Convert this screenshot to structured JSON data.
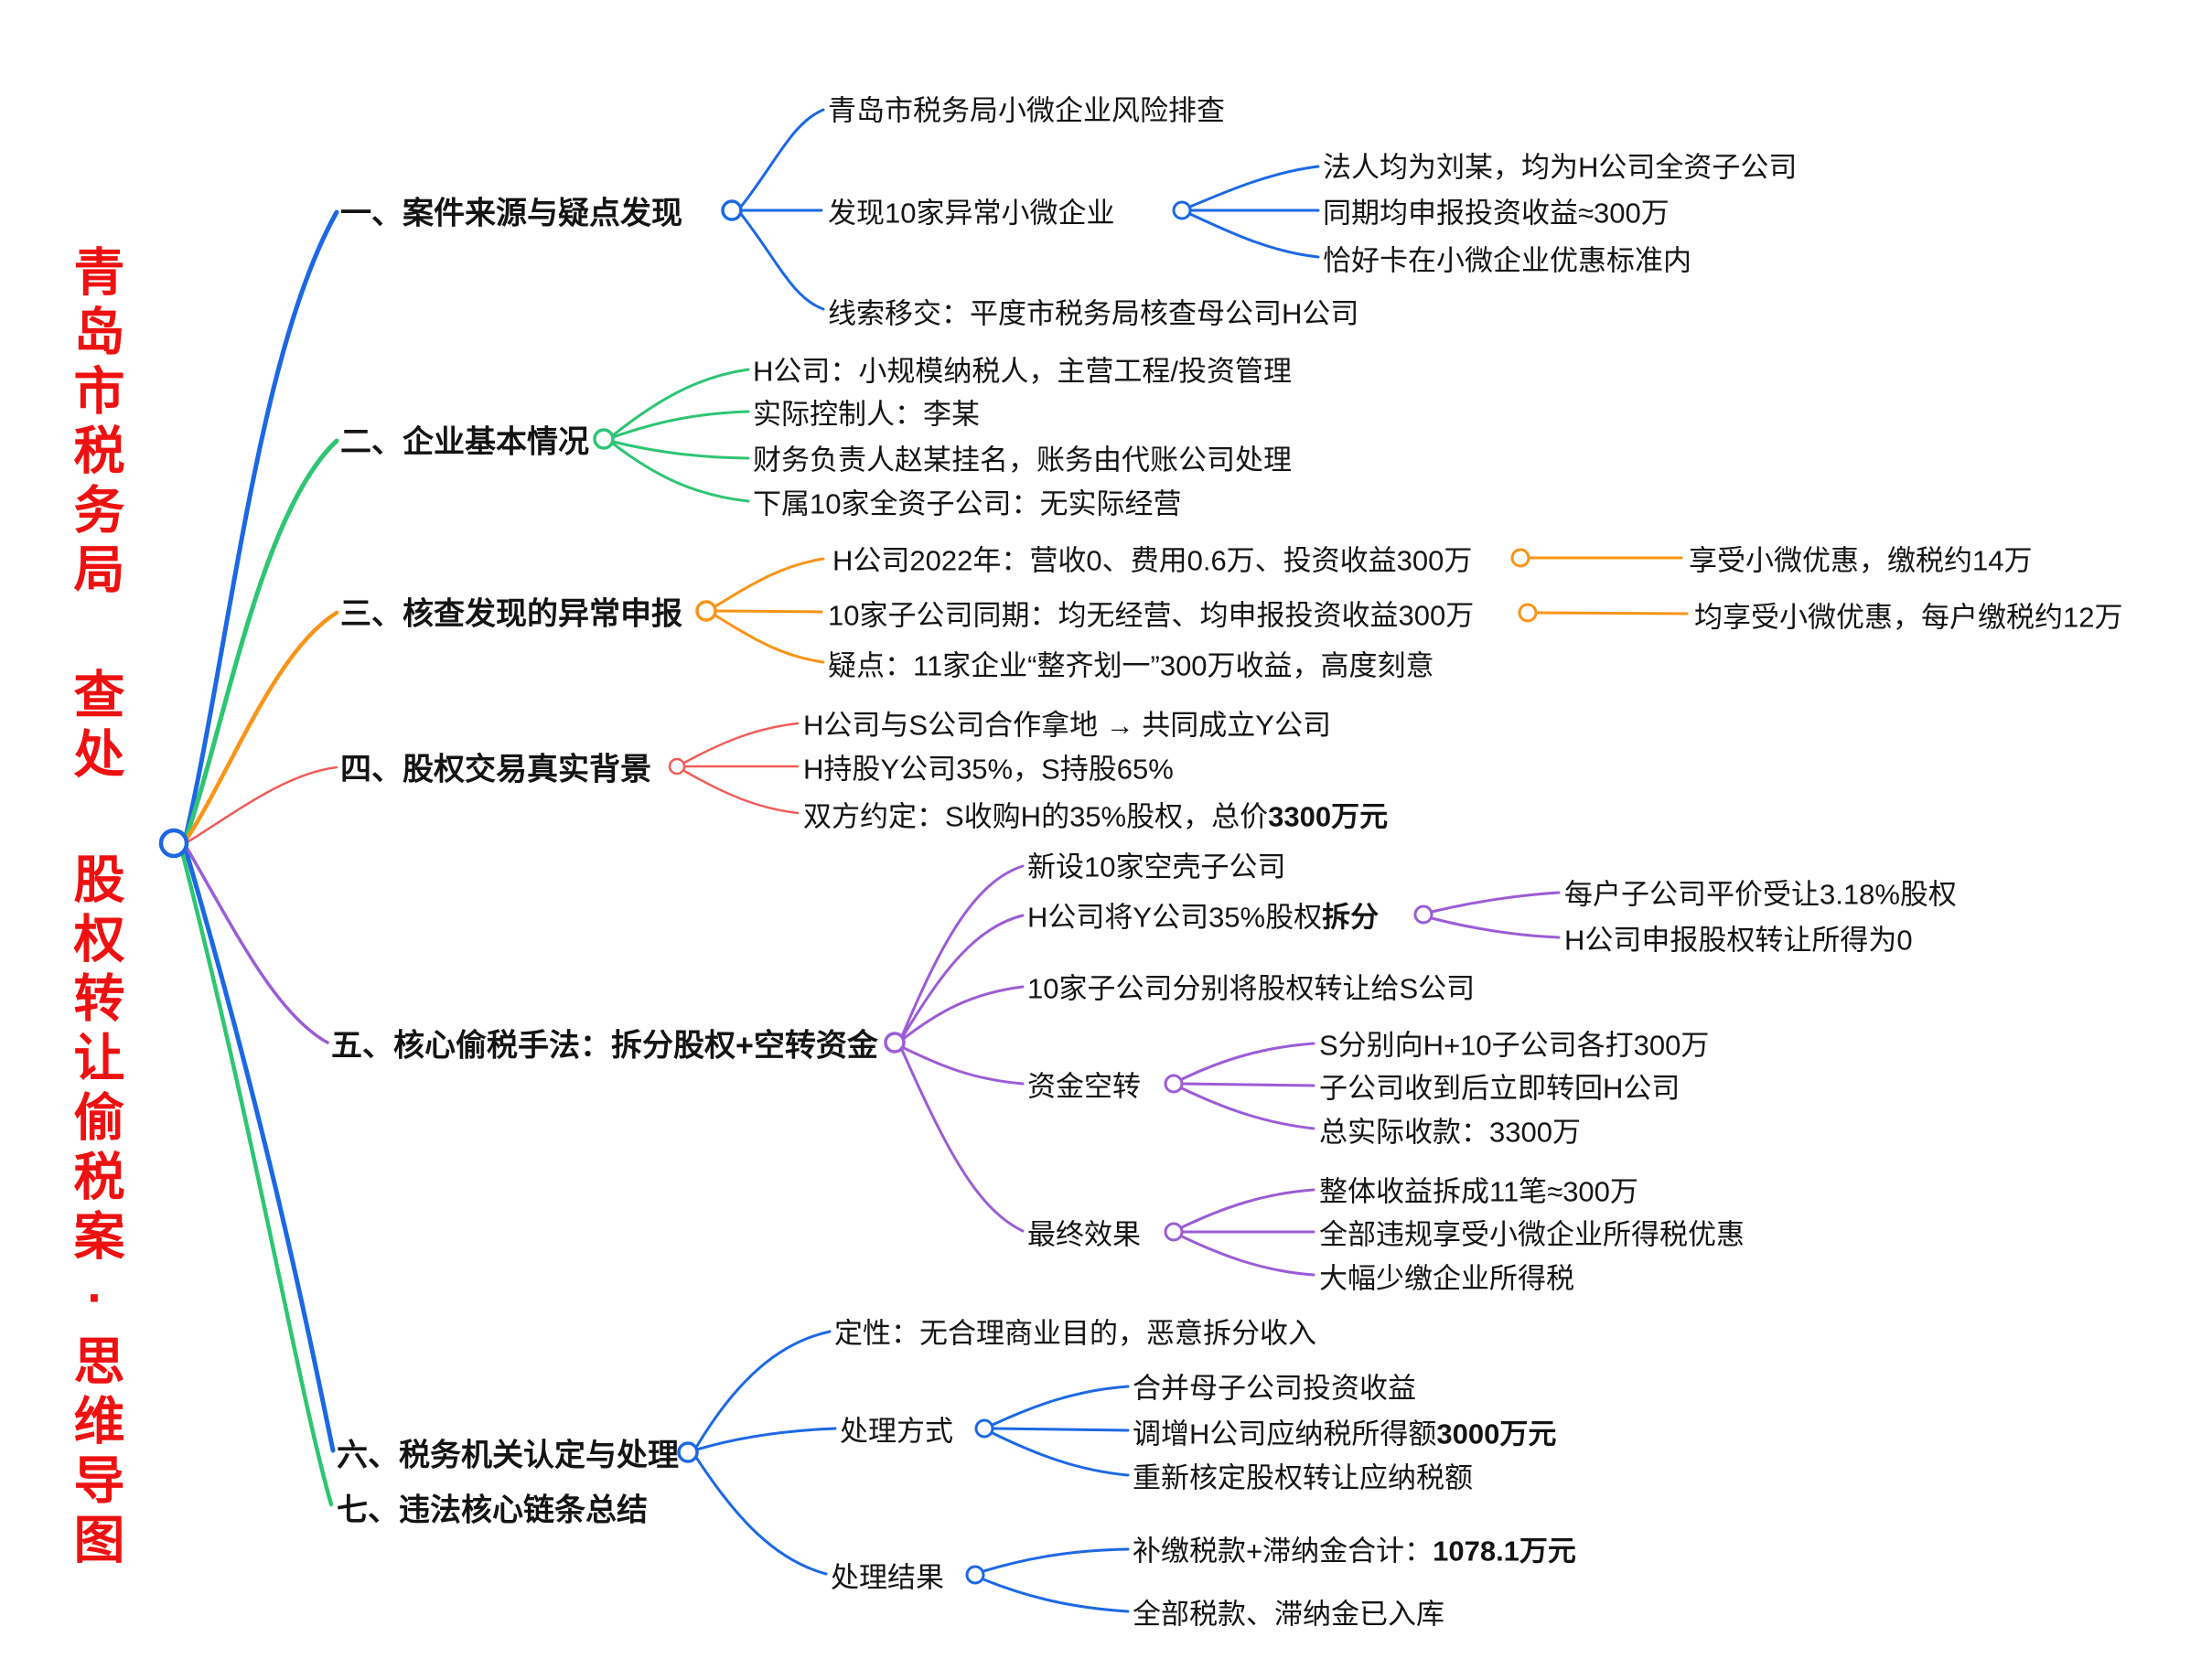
{
  "central": {
    "title": "青岛市税务局 查处 股权转让偷税案·思维导图"
  },
  "colors": {
    "blue": "#1c68e3",
    "green": "#2ec573",
    "orange": "#f99416",
    "red": "#f05c58",
    "purple": "#9b5cd6",
    "title_red": "#ee1111",
    "text": "#141414"
  },
  "branches": [
    {
      "label": "一、案件来源与疑点发现",
      "color": "#1c68e3",
      "children": [
        {
          "text": "青岛市税务局小微企业风险排查"
        },
        {
          "text": "发现10家异常小微企业",
          "children": [
            {
              "text": "法人均为刘某，均为H公司全资子公司"
            },
            {
              "text": "同期均申报投资收益≈300万"
            },
            {
              "text": "恰好卡在小微企业优惠标准内"
            }
          ]
        },
        {
          "text": "线索移交：平度市税务局核查母公司H公司"
        }
      ]
    },
    {
      "label": "二、企业基本情况",
      "color": "#2ec573",
      "children": [
        {
          "text": "H公司：小规模纳税人，主营工程/投资管理"
        },
        {
          "text": "实际控制人：李某"
        },
        {
          "text": "财务负责人赵某挂名，账务由代账公司处理"
        },
        {
          "text": "下属10家全资子公司：无实际经营"
        }
      ]
    },
    {
      "label": "三、核查发现的异常申报",
      "color": "#f99416",
      "children": [
        {
          "text": "H公司2022年：营收0、费用0.6万、投资收益300万",
          "children": [
            {
              "text": "享受小微优惠，缴税约14万"
            }
          ]
        },
        {
          "text": "10家子公司同期：均无经营、均申报投资收益300万",
          "children": [
            {
              "text": "均享受小微优惠，每户缴税约12万"
            }
          ]
        },
        {
          "text": "疑点：11家企业“整齐划一”300万收益，高度刻意"
        }
      ]
    },
    {
      "label": "四、股权交易真实背景",
      "color": "#f05c58",
      "children": [
        {
          "text": "H公司与S公司合作拿地 → 共同成立Y公司"
        },
        {
          "text": "H持股Y公司35%，S持股65%"
        },
        {
          "text": "双方约定：S收购H的35%股权，总价",
          "bold": "3300万元"
        }
      ]
    },
    {
      "label": "五、核心偷税手法：拆分股权+空转资金",
      "color": "#9b5cd6",
      "children": [
        {
          "text": "新设10家空壳子公司"
        },
        {
          "text": "H公司将Y公司35%股权",
          "bold": "拆分",
          "children": [
            {
              "text": "每户子公司平价受让3.18%股权"
            },
            {
              "text": "H公司申报股权转让所得为0"
            }
          ]
        },
        {
          "text": "10家子公司分别将股权转让给S公司"
        },
        {
          "text": "资金空转",
          "children": [
            {
              "text": "S分别向H+10子公司各打300万"
            },
            {
              "text": "子公司收到后立即转回H公司"
            },
            {
              "text": "总实际收款：3300万"
            }
          ]
        },
        {
          "text": "最终效果",
          "children": [
            {
              "text": "整体收益拆成11笔≈300万"
            },
            {
              "text": "全部违规享受小微企业所得税优惠"
            },
            {
              "text": "大幅少缴企业所得税"
            }
          ]
        }
      ]
    },
    {
      "label": "六、税务机关认定与处理",
      "color": "#1c68e3",
      "children": [
        {
          "text": "定性：无合理商业目的，恶意拆分收入"
        },
        {
          "text": "处理方式",
          "children": [
            {
              "text": "合并母子公司投资收益"
            },
            {
              "text": "调增H公司应纳税所得额",
              "bold": "3000万元"
            },
            {
              "text": "重新核定股权转让应纳税额"
            }
          ]
        },
        {
          "text": "处理结果",
          "children": [
            {
              "text": "补缴税款+滞纳金合计：",
              "bold": "1078.1万元"
            },
            {
              "text": "全部税款、滞纳金已入库"
            }
          ]
        }
      ]
    },
    {
      "label": "七、违法核心链条总结",
      "color": "#2ec573",
      "children": []
    }
  ]
}
